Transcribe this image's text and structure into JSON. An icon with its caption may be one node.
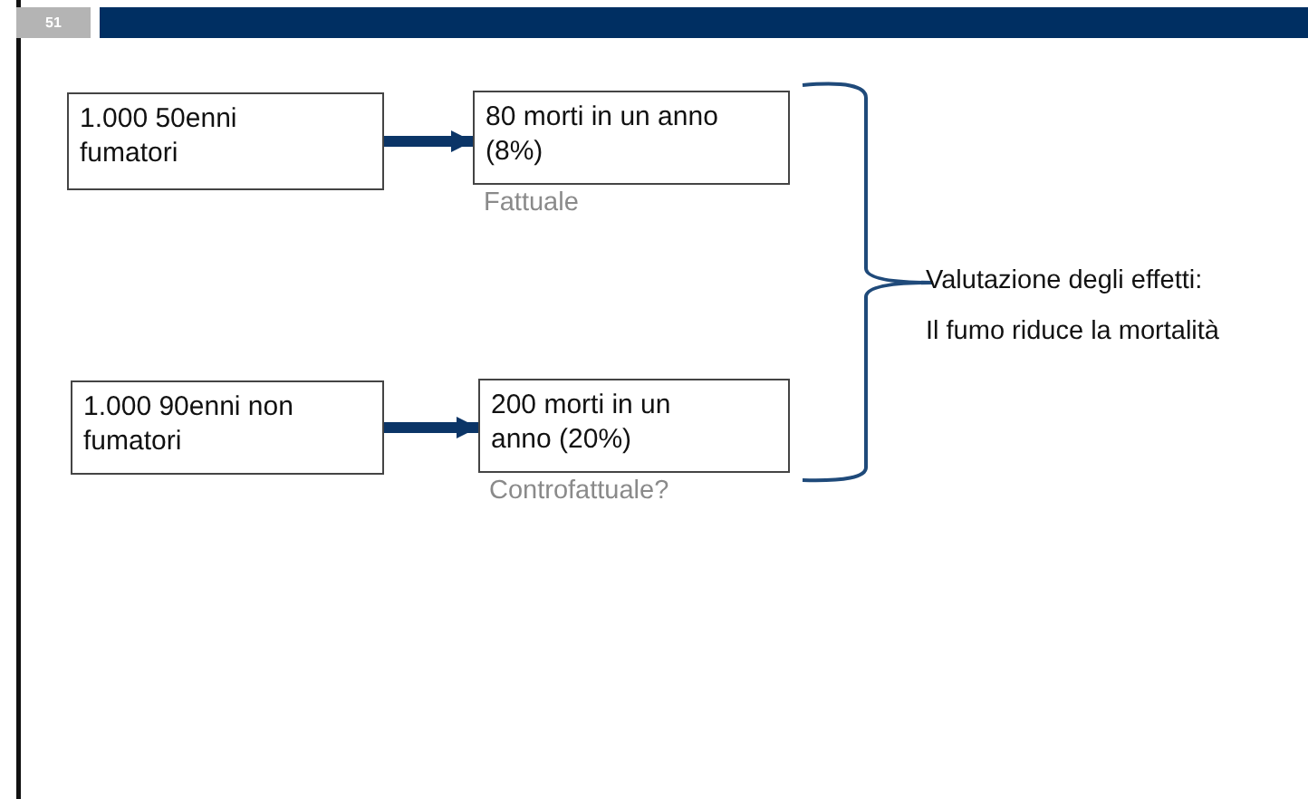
{
  "diagram": {
    "nodes": [
      {
        "text": [
          "1.000 50enni fumatori"
        ]
      },
      {
        "text": [
          "80 morti in un anno (8%)"
        ],
        "beside": [
          "Fattuale"
        ]
      },
      {
        "text": [
          "1.000 90enni non fumatori"
        ]
      },
      {
        "text": [
          "200 morti in un anno  (20%)"
        ],
        "beside": [
          "Controfattuale?"
        ]
      }
    ],
    "edges": [
      {
        "from": 0,
        "to": 1,
        "arrow": "to"
      },
      {
        "from": 2,
        "to": 3,
        "arrow": "to"
      }
    ],
    "labels": [
      "51",
      "Valutazione degli effetti:",
      "Il fumo riduce la mortalità"
    ]
  }
}
